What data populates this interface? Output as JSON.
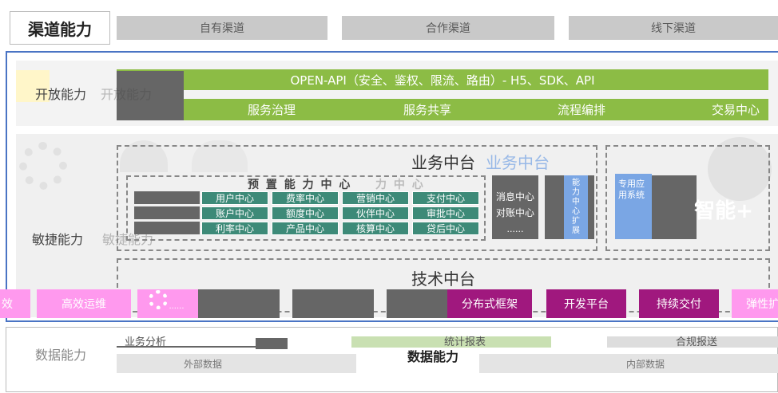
{
  "channel": {
    "title": "渠道能力",
    "items": [
      "自有渠道",
      "合作渠道",
      "线下渠道"
    ]
  },
  "open": {
    "title": "开放能力",
    "ghost_title": "开放能力",
    "api": "OPEN-API（安全、鉴权、限流、路由）- H5、SDK、API",
    "services": [
      "服务治理",
      "服务共享",
      "流程编排",
      "交易中心"
    ]
  },
  "agile": {
    "title": "敏捷能力",
    "ghost_title": "敏捷能力",
    "business": {
      "title": "业务中台",
      "ghost_title": "业务中台",
      "preset_title": "预 置 能 力 中 心",
      "preset_ghost": "力 中 心",
      "grid": [
        [
          "用户中心",
          "费率中心",
          "营销中心",
          "支付中心"
        ],
        [
          "账户中心",
          "额度中心",
          "伙伴中心",
          "审批中心"
        ],
        [
          "利率中心",
          "产品中心",
          "核算中心",
          "贷后中心"
        ]
      ],
      "message": [
        "消息中心",
        "对账中心",
        "......"
      ],
      "ext": "能力中心扩展",
      "special": "专用应用系统",
      "smart": "智能+"
    },
    "tech": {
      "title": "技术中台",
      "pink": [
        "效",
        "高效运维",
        "......",
        "弹性扩"
      ],
      "purple": [
        "分布式框架",
        "开发平台",
        "持续交付"
      ]
    }
  },
  "data_layer": {
    "title": "数据能力",
    "items": [
      "业务分析",
      "统计报表",
      "合规报送"
    ],
    "sources": [
      "外部数据",
      "内部数据"
    ],
    "overlay": "数据能力"
  },
  "colors": {
    "green": "#8cbc45",
    "gray": "#c9c9c9",
    "pink": "#ff99ee",
    "purple": "#a0187e",
    "blue": "#7aa6e4",
    "teal": "#3d8a78",
    "frame": "#4a74c4"
  }
}
